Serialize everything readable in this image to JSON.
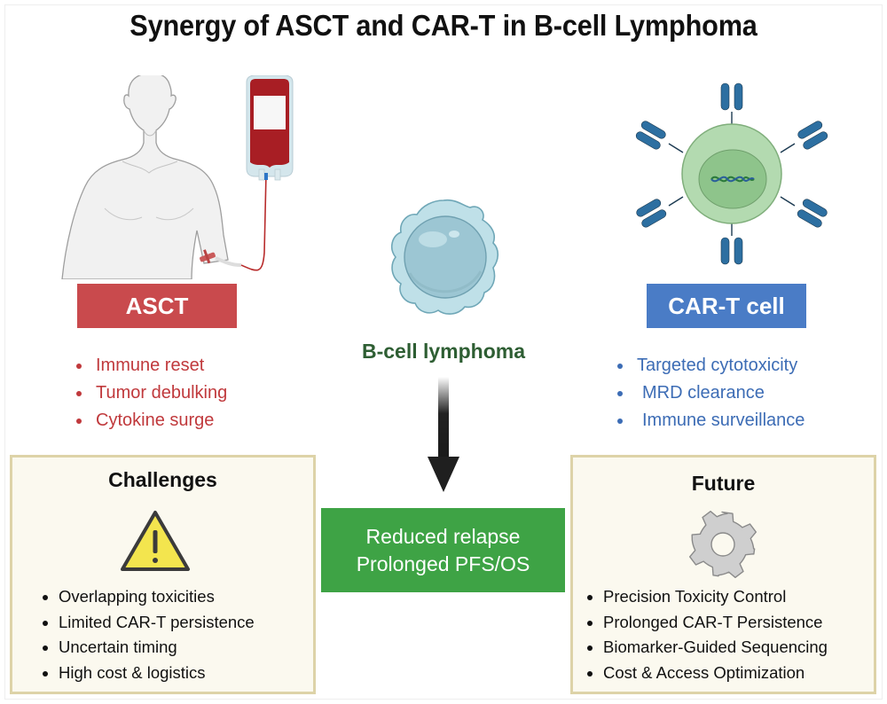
{
  "title": "Synergy of ASCT and CAR-T in B-cell Lymphoma",
  "colors": {
    "asct": "#c94a4d",
    "asct_text": "#c0393c",
    "cart": "#4a7cc6",
    "cart_text": "#3c6cb5",
    "bcell_text": "#2e5e33",
    "outcome": "#3ea345",
    "panel_bg": "#fbf9ef",
    "panel_border": "#ddd3a8"
  },
  "asct": {
    "label": "ASCT",
    "illustration": "patient-with-blood-bag-infusion",
    "points": [
      "Immune reset",
      "Tumor debulking",
      "Cytokine surge"
    ]
  },
  "center": {
    "illustration": "b-cell-lymphoma-cell",
    "label": "B-cell lymphoma",
    "arrow": "down-arrow",
    "outcome": [
      "Reduced relapse",
      "Prolonged PFS/OS"
    ]
  },
  "cart": {
    "label": "CAR-T cell",
    "illustration": "car-t-cell-with-receptors",
    "points": [
      "Targeted cytotoxicity",
      "MRD clearance",
      "Immune surveillance"
    ]
  },
  "challenges": {
    "title": "Challenges",
    "icon": "warning-icon",
    "points": [
      "Overlapping toxicities",
      "Limited CAR-T persistence",
      "Uncertain timing",
      "High cost & logistics"
    ]
  },
  "future": {
    "title": "Future",
    "icon": "gear-icon",
    "points": [
      "Precision Toxicity Control",
      "Prolonged CAR-T Persistence",
      "Biomarker-Guided Sequencing",
      "Cost & Access Optimization"
    ]
  }
}
